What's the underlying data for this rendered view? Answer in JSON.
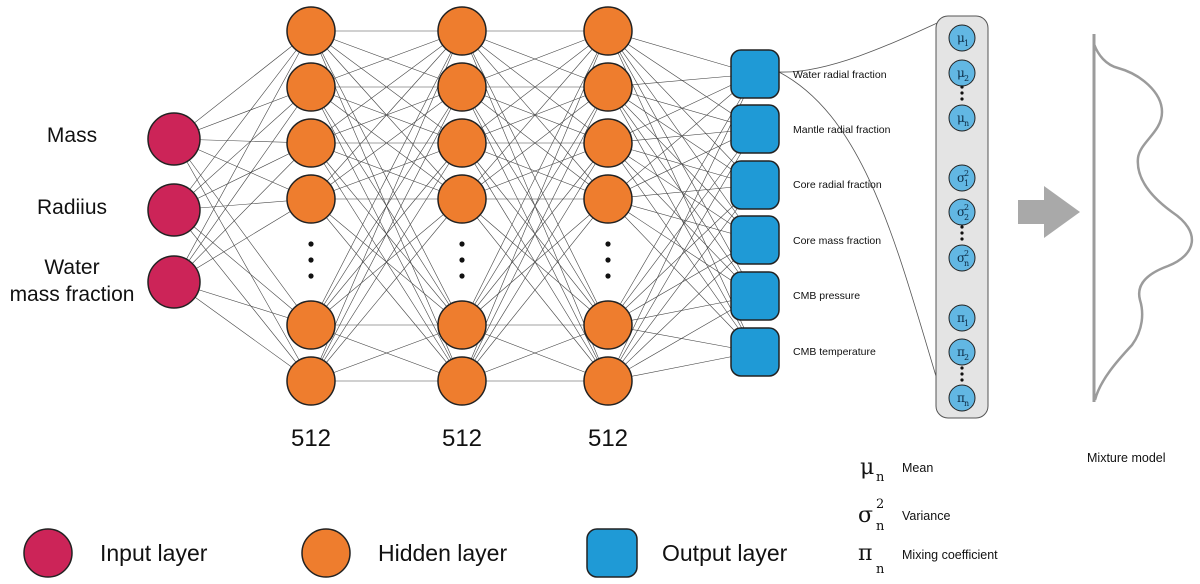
{
  "inputs": [
    {
      "lines": [
        "Mass"
      ]
    },
    {
      "lines": [
        "Radiius"
      ]
    },
    {
      "lines": [
        "Water",
        "mass fraction"
      ]
    }
  ],
  "hidden_layers": [
    {
      "size_label": "512"
    },
    {
      "size_label": "512"
    },
    {
      "size_label": "512"
    }
  ],
  "outputs": [
    "Water radial fraction",
    "Mantle radial fraction",
    "Core radial fraction",
    "Core mass fraction",
    "CMB pressure",
    "CMB temperature"
  ],
  "mixture_params": [
    {
      "symbol": "μ",
      "sub": "1",
      "sup": ""
    },
    {
      "symbol": "μ",
      "sub": "2",
      "sup": ""
    },
    {
      "symbol": "μ",
      "sub": "n",
      "sup": ""
    },
    {
      "symbol": "σ",
      "sub": "1",
      "sup": "2"
    },
    {
      "symbol": "σ",
      "sub": "2",
      "sup": "2"
    },
    {
      "symbol": "σ",
      "sub": "n",
      "sup": "2"
    },
    {
      "symbol": "π",
      "sub": "1",
      "sup": ""
    },
    {
      "symbol": "π",
      "sub": "2",
      "sup": ""
    },
    {
      "symbol": "π",
      "sub": "n",
      "sup": ""
    }
  ],
  "mixture_model_label": "Mixture model",
  "symbol_legend": [
    {
      "symbol": "μ",
      "sub": "n",
      "sup": "",
      "text": "Mean"
    },
    {
      "symbol": "σ",
      "sub": "n",
      "sup": "2",
      "text": "Variance"
    },
    {
      "symbol": "π",
      "sub": "n",
      "sup": "",
      "text": "Mixing coefficient"
    }
  ],
  "layer_legend": [
    {
      "label": "Input layer",
      "shape": "circle",
      "color": "#cc2458"
    },
    {
      "label": "Hidden layer",
      "shape": "circle",
      "color": "#ee7d2e"
    },
    {
      "label": "Output layer",
      "shape": "rounded-square",
      "color": "#1f9ad6"
    }
  ],
  "colors": {
    "input": "#cc2458",
    "hidden": "#ee7d2e",
    "output": "#1f9ad6",
    "param_node": "#62b7e3",
    "param_panel": "#e4e4e4",
    "arrow": "#a9a9a9",
    "curve": "#9b9b9b"
  }
}
